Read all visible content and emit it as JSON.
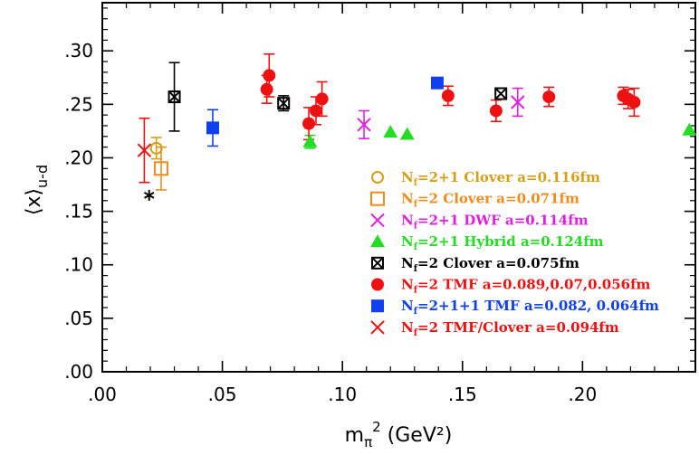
{
  "chart_data": {
    "type": "scatter",
    "xlabel": "m_π² (GeV²)",
    "ylabel": "⟨x⟩_{u-d}",
    "xlim": [
      0,
      0.247
    ],
    "ylim": [
      0,
      0.345
    ],
    "x_ticks": [
      0.0,
      0.05,
      0.1,
      0.15,
      0.2
    ],
    "x_tick_labels": [
      ".00",
      ".05",
      ".10",
      ".15",
      ".20"
    ],
    "y_ticks": [
      0.0,
      0.05,
      0.1,
      0.15,
      0.2,
      0.25,
      0.3
    ],
    "y_tick_labels": [
      ".00",
      ".05",
      ".10",
      ".15",
      ".20",
      ".25",
      ".30"
    ],
    "legend_position": "bottom-right",
    "series": [
      {
        "name": "Nf=2+1 Clover a=0.116fm",
        "legend_parts": [
          "N",
          "f",
          "=2+1 Clover a=0.116fm"
        ],
        "marker": "circle-open",
        "color": "#d4a017",
        "points": [
          {
            "x": 0.0225,
            "y": 0.209,
            "err": 0.01
          }
        ]
      },
      {
        "name": "Nf=2 Clover a=0.071fm",
        "legend_parts": [
          "N",
          "f",
          "=2 Clover a=0.071fm"
        ],
        "marker": "square-open",
        "color": "#f08c1e",
        "points": [
          {
            "x": 0.0245,
            "y": 0.19,
            "err": 0.02
          }
        ]
      },
      {
        "name": "Nf=2+1 DWF a=0.114fm",
        "legend_parts": [
          "N",
          "f",
          "=2+1 DWF a=0.114fm"
        ],
        "marker": "cross",
        "color": "#e020e0",
        "points": [
          {
            "x": 0.109,
            "y": 0.231,
            "err": 0.013
          },
          {
            "x": 0.173,
            "y": 0.252,
            "err": 0.013
          }
        ]
      },
      {
        "name": "Nf=2+1 Hybrid a=0.124fm",
        "legend_parts": [
          "N",
          "f",
          "=2+1 Hybrid a=0.124fm"
        ],
        "marker": "triangle-filled",
        "color": "#22dd22",
        "points": [
          {
            "x": 0.0865,
            "y": 0.215,
            "err": 0.006
          },
          {
            "x": 0.12,
            "y": 0.224,
            "err": 0.0
          },
          {
            "x": 0.127,
            "y": 0.222,
            "err": 0.0
          },
          {
            "x": 0.2445,
            "y": 0.226,
            "err": 0.0
          }
        ]
      },
      {
        "name": "Nf=2 Clover a=0.075fm",
        "legend_parts": [
          "N",
          "f",
          "=2 Clover a=0.075fm"
        ],
        "marker": "square-x",
        "color": "#000000",
        "points": [
          {
            "x": 0.03,
            "y": 0.257,
            "err": 0.032
          },
          {
            "x": 0.0755,
            "y": 0.251,
            "err": 0.007
          },
          {
            "x": 0.166,
            "y": 0.26,
            "err": 0.0
          }
        ]
      },
      {
        "name": "Nf=2 TMF a=0.089,0.07,0.056fm",
        "legend_parts": [
          "N",
          "f",
          "=2 TMF a=0.089,0.07,0.056fm"
        ],
        "marker": "circle-filled",
        "color": "#ee1111",
        "points": [
          {
            "x": 0.0685,
            "y": 0.264,
            "err": 0.013
          },
          {
            "x": 0.0695,
            "y": 0.277,
            "err": 0.02
          },
          {
            "x": 0.086,
            "y": 0.232,
            "err": 0.015
          },
          {
            "x": 0.089,
            "y": 0.244,
            "err": 0.013
          },
          {
            "x": 0.0915,
            "y": 0.255,
            "err": 0.016
          },
          {
            "x": 0.144,
            "y": 0.258,
            "err": 0.009
          },
          {
            "x": 0.164,
            "y": 0.244,
            "err": 0.01
          },
          {
            "x": 0.186,
            "y": 0.257,
            "err": 0.009
          },
          {
            "x": 0.217,
            "y": 0.258,
            "err": 0.008
          },
          {
            "x": 0.219,
            "y": 0.255,
            "err": 0.009
          },
          {
            "x": 0.2215,
            "y": 0.252,
            "err": 0.013
          }
        ]
      },
      {
        "name": "Nf=2+1+1 TMF a=0.082, 0.064fm",
        "legend_parts": [
          "N",
          "f",
          "=2+1+1 TMF a=0.082, 0.064fm"
        ],
        "marker": "square-filled",
        "color": "#1040ee",
        "points": [
          {
            "x": 0.046,
            "y": 0.228,
            "err": 0.017
          },
          {
            "x": 0.1395,
            "y": 0.27,
            "err": 0.0
          }
        ]
      },
      {
        "name": "Nf=2 TMF/Clover a=0.094fm",
        "legend_parts": [
          "N",
          "f",
          "=2 TMF/Clover a=0.094fm"
        ],
        "marker": "cross",
        "color": "#ee1111",
        "points": [
          {
            "x": 0.0175,
            "y": 0.207,
            "err": 0.03
          }
        ]
      }
    ],
    "extra_points": [
      {
        "name": "asterisk",
        "marker": "asterisk",
        "color": "#000000",
        "x": 0.0195,
        "y": 0.165
      }
    ]
  }
}
